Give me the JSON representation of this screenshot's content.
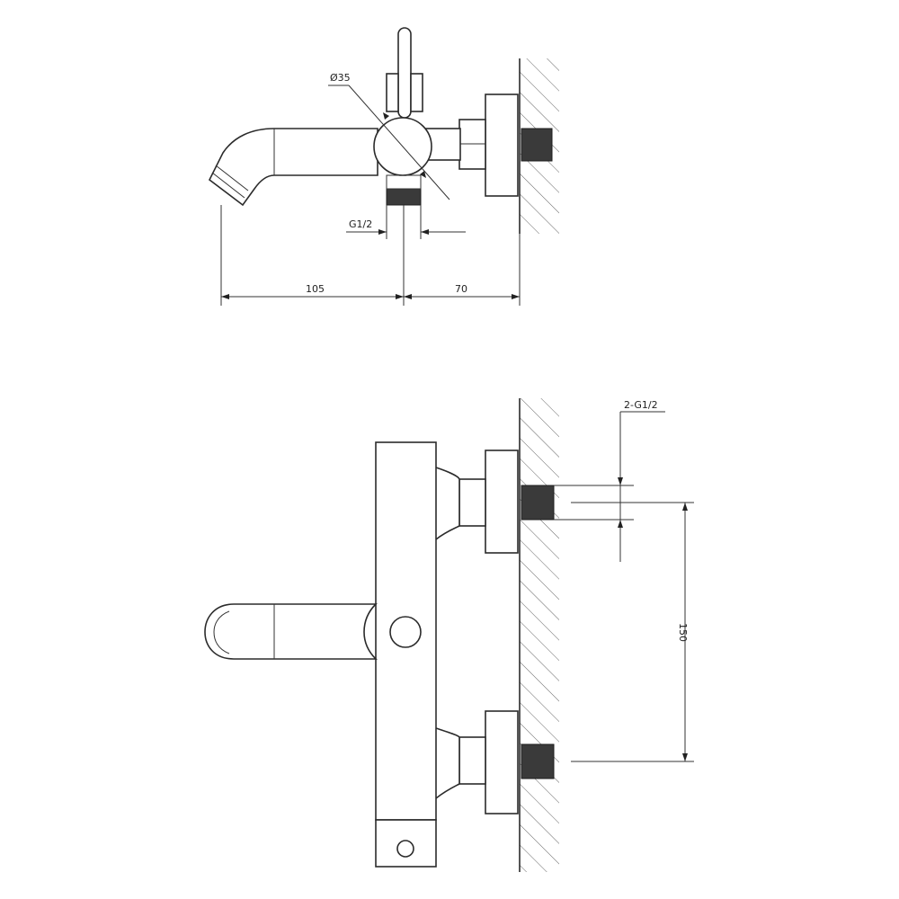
{
  "top_view": {
    "dim_diameter": "Ø35",
    "dim_thread": "G1/2",
    "dim_spout_length": "105",
    "dim_wall_offset": "70"
  },
  "front_view": {
    "dim_thread_pair": "2-G1/2",
    "dim_center_distance": "150"
  }
}
